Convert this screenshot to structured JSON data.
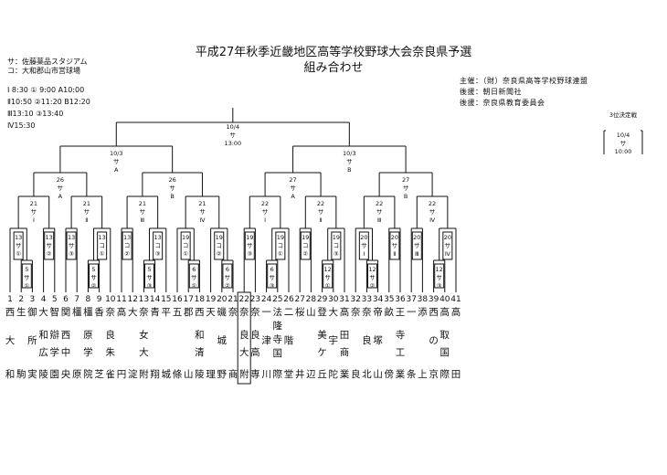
{
  "title_line1": "平成27年秋季近畿地区高等学校野球大会奈良県予選",
  "title_line2": "組み合わせ",
  "venues": [
    "サ：佐藤薬品スタジアム",
    "コ：大和郡山市営球場"
  ],
  "times": [
    "Ⅰ 8:30 ① 9:00 A10:00",
    "Ⅱ10:50 ②11:20 B12:20",
    "Ⅲ13:10 ③13:40",
    "Ⅳ15:30"
  ],
  "organizers": [
    {
      "role": "主催",
      "name": "（財）奈良県高等学校野球連盟"
    },
    {
      "role": "後援",
      "name": "朝日新聞社"
    },
    {
      "role": "後援",
      "name": "奈良県教育委員会"
    }
  ],
  "final": {
    "date": "10/4",
    "venue": "サ",
    "time": "13:00"
  },
  "third_place": {
    "label": "3位決定戦",
    "date": "10/4",
    "venue": "サ",
    "time": "10:00"
  },
  "semis": [
    {
      "date": "10/3",
      "venue": "サ",
      "slot": "A"
    },
    {
      "date": "10/3",
      "venue": "サ",
      "slot": "B"
    }
  ],
  "quarters": [
    {
      "date": "26",
      "venue": "サ",
      "slot": "A"
    },
    {
      "date": "26",
      "venue": "サ",
      "slot": "B"
    },
    {
      "date": "27",
      "venue": "サ",
      "slot": "A"
    },
    {
      "date": "27",
      "venue": "サ",
      "slot": "B"
    }
  ],
  "round3": [
    {
      "date": "21",
      "venue": "サ",
      "slot": "Ⅰ"
    },
    {
      "date": "21",
      "venue": "サ",
      "slot": "Ⅱ"
    },
    {
      "date": "21",
      "venue": "サ",
      "slot": "Ⅲ"
    },
    {
      "date": "21",
      "venue": "サ",
      "slot": "Ⅳ"
    },
    {
      "date": "22",
      "venue": "サ",
      "slot": "Ⅰ"
    },
    {
      "date": "22",
      "venue": "サ",
      "slot": "Ⅱ"
    },
    {
      "date": "22",
      "venue": "サ",
      "slot": "Ⅲ"
    },
    {
      "date": "22",
      "venue": "サ",
      "slot": "Ⅳ"
    }
  ],
  "round2": [
    {
      "date": "13",
      "venue": "サ",
      "slot": "①"
    },
    {
      "date": "13",
      "venue": "サ",
      "slot": "②"
    },
    {
      "date": "13",
      "venue": "サ",
      "slot": "③"
    },
    {
      "date": "13",
      "venue": "コ",
      "slot": "①"
    },
    {
      "date": "13",
      "venue": "コ",
      "slot": "②"
    },
    {
      "date": "13",
      "venue": "コ",
      "slot": "③"
    },
    {
      "date": "19",
      "venue": "コ",
      "slot": "①"
    },
    {
      "date": "19",
      "venue": "コ",
      "slot": "②"
    },
    {
      "date": "19",
      "venue": "サ",
      "slot": "③"
    },
    {
      "date": "19",
      "venue": "コ",
      "slot": "①"
    },
    {
      "date": "19",
      "venue": "コ",
      "slot": "②"
    },
    {
      "date": "19",
      "venue": "コ",
      "slot": "③"
    },
    {
      "date": "20",
      "venue": "サ",
      "slot": "Ⅰ"
    },
    {
      "date": "20",
      "venue": "サ",
      "slot": "Ⅱ"
    },
    {
      "date": "20",
      "venue": "サ",
      "slot": "Ⅲ"
    },
    {
      "date": "20",
      "venue": "サ",
      "slot": "Ⅳ"
    }
  ],
  "round1": [
    {
      "date": "5",
      "venue": "サ",
      "slot": "①"
    },
    {
      "date": "5",
      "venue": "サ",
      "slot": "②"
    },
    {
      "date": "5",
      "venue": "サ",
      "slot": "③"
    },
    {
      "date": "6",
      "venue": "サ",
      "slot": "①"
    },
    {
      "date": "6",
      "venue": "サ",
      "slot": "②"
    },
    {
      "date": "6",
      "venue": "サ",
      "slot": "③"
    },
    {
      "date": "12",
      "venue": "サ",
      "slot": "①"
    },
    {
      "date": "12",
      "venue": "サ",
      "slot": "②"
    },
    {
      "date": "12",
      "venue": "サ",
      "slot": "③"
    }
  ],
  "teams": [
    {
      "no": "1",
      "chars": [
        "西",
        "大",
        "和"
      ]
    },
    {
      "no": "2",
      "chars": [
        "生",
        "",
        "駒"
      ]
    },
    {
      "no": "3",
      "chars": [
        "御",
        "所",
        "実"
      ]
    },
    {
      "no": "4",
      "chars": [
        "大",
        "和広",
        "陵"
      ]
    },
    {
      "no": "5",
      "chars": [
        "智",
        "辯学",
        "園"
      ]
    },
    {
      "no": "6",
      "chars": [
        "関",
        "西中",
        "央"
      ]
    },
    {
      "no": "7",
      "chars": [
        "橿",
        "",
        "原"
      ]
    },
    {
      "no": "8",
      "chars": [
        "橿",
        "原学",
        "院"
      ]
    },
    {
      "no": "9",
      "chars": [
        "香",
        "",
        "芝"
      ]
    },
    {
      "no": "10",
      "chars": [
        "奈",
        "良朱",
        "雀"
      ]
    },
    {
      "no": "11",
      "chars": [
        "高",
        "",
        "円"
      ]
    },
    {
      "no": "12",
      "chars": [
        "大",
        "",
        "淀"
      ]
    },
    {
      "no": "13",
      "chars": [
        "奈",
        "女大",
        "附"
      ]
    },
    {
      "no": "14",
      "chars": [
        "青",
        "",
        "翔"
      ]
    },
    {
      "no": "15",
      "chars": [
        "平",
        "",
        "城"
      ]
    },
    {
      "no": "16",
      "chars": [
        "五",
        "",
        "條"
      ]
    },
    {
      "no": "17",
      "chars": [
        "郡",
        "",
        "山"
      ]
    },
    {
      "no": "18",
      "chars": [
        "西",
        "和清",
        "陵"
      ]
    },
    {
      "no": "19",
      "chars": [
        "天",
        "",
        "理"
      ]
    },
    {
      "no": "20",
      "chars": [
        "磯",
        "城",
        "野"
      ]
    },
    {
      "no": "21",
      "chars": [
        "奈",
        "",
        "商"
      ]
    },
    {
      "no": "22",
      "chars": [
        "奈",
        "良大",
        "附"
      ]
    },
    {
      "no": "23",
      "chars": [
        "奈",
        "良高",
        "専"
      ]
    },
    {
      "no": "24",
      "chars": [
        "一",
        "津",
        "川"
      ]
    },
    {
      "no": "25",
      "chars": [
        "法",
        "隆寺国",
        "際"
      ]
    },
    {
      "no": "26",
      "chars": [
        "二",
        "階",
        "堂"
      ]
    },
    {
      "no": "27",
      "chars": [
        "桜",
        "",
        "井"
      ]
    },
    {
      "no": "28",
      "chars": [
        "山",
        "",
        "辺"
      ]
    },
    {
      "no": "29",
      "chars": [
        "登",
        "美ケ",
        "丘"
      ]
    },
    {
      "no": "30",
      "chars": [
        "大",
        "宇",
        "陀"
      ]
    },
    {
      "no": "31",
      "chars": [
        "高",
        "田商",
        "業"
      ]
    },
    {
      "no": "32",
      "chars": [
        "奈",
        "",
        "良"
      ]
    },
    {
      "no": "33",
      "chars": [
        "奈",
        "良",
        "北"
      ]
    },
    {
      "no": "34",
      "chars": [
        "帝",
        "塚",
        "山"
      ]
    },
    {
      "no": "35",
      "chars": [
        "畝",
        "",
        "傍"
      ]
    },
    {
      "no": "36",
      "chars": [
        "王",
        "寺工",
        "業"
      ]
    },
    {
      "no": "37",
      "chars": [
        "一",
        "",
        "条"
      ]
    },
    {
      "no": "38",
      "chars": [
        "添",
        "",
        "上"
      ]
    },
    {
      "no": "39",
      "chars": [
        "西",
        "の",
        "京"
      ]
    },
    {
      "no": "40",
      "chars": [
        "高",
        "取国",
        "際"
      ]
    },
    {
      "no": "41",
      "chars": [
        "高",
        "",
        "田"
      ]
    }
  ]
}
